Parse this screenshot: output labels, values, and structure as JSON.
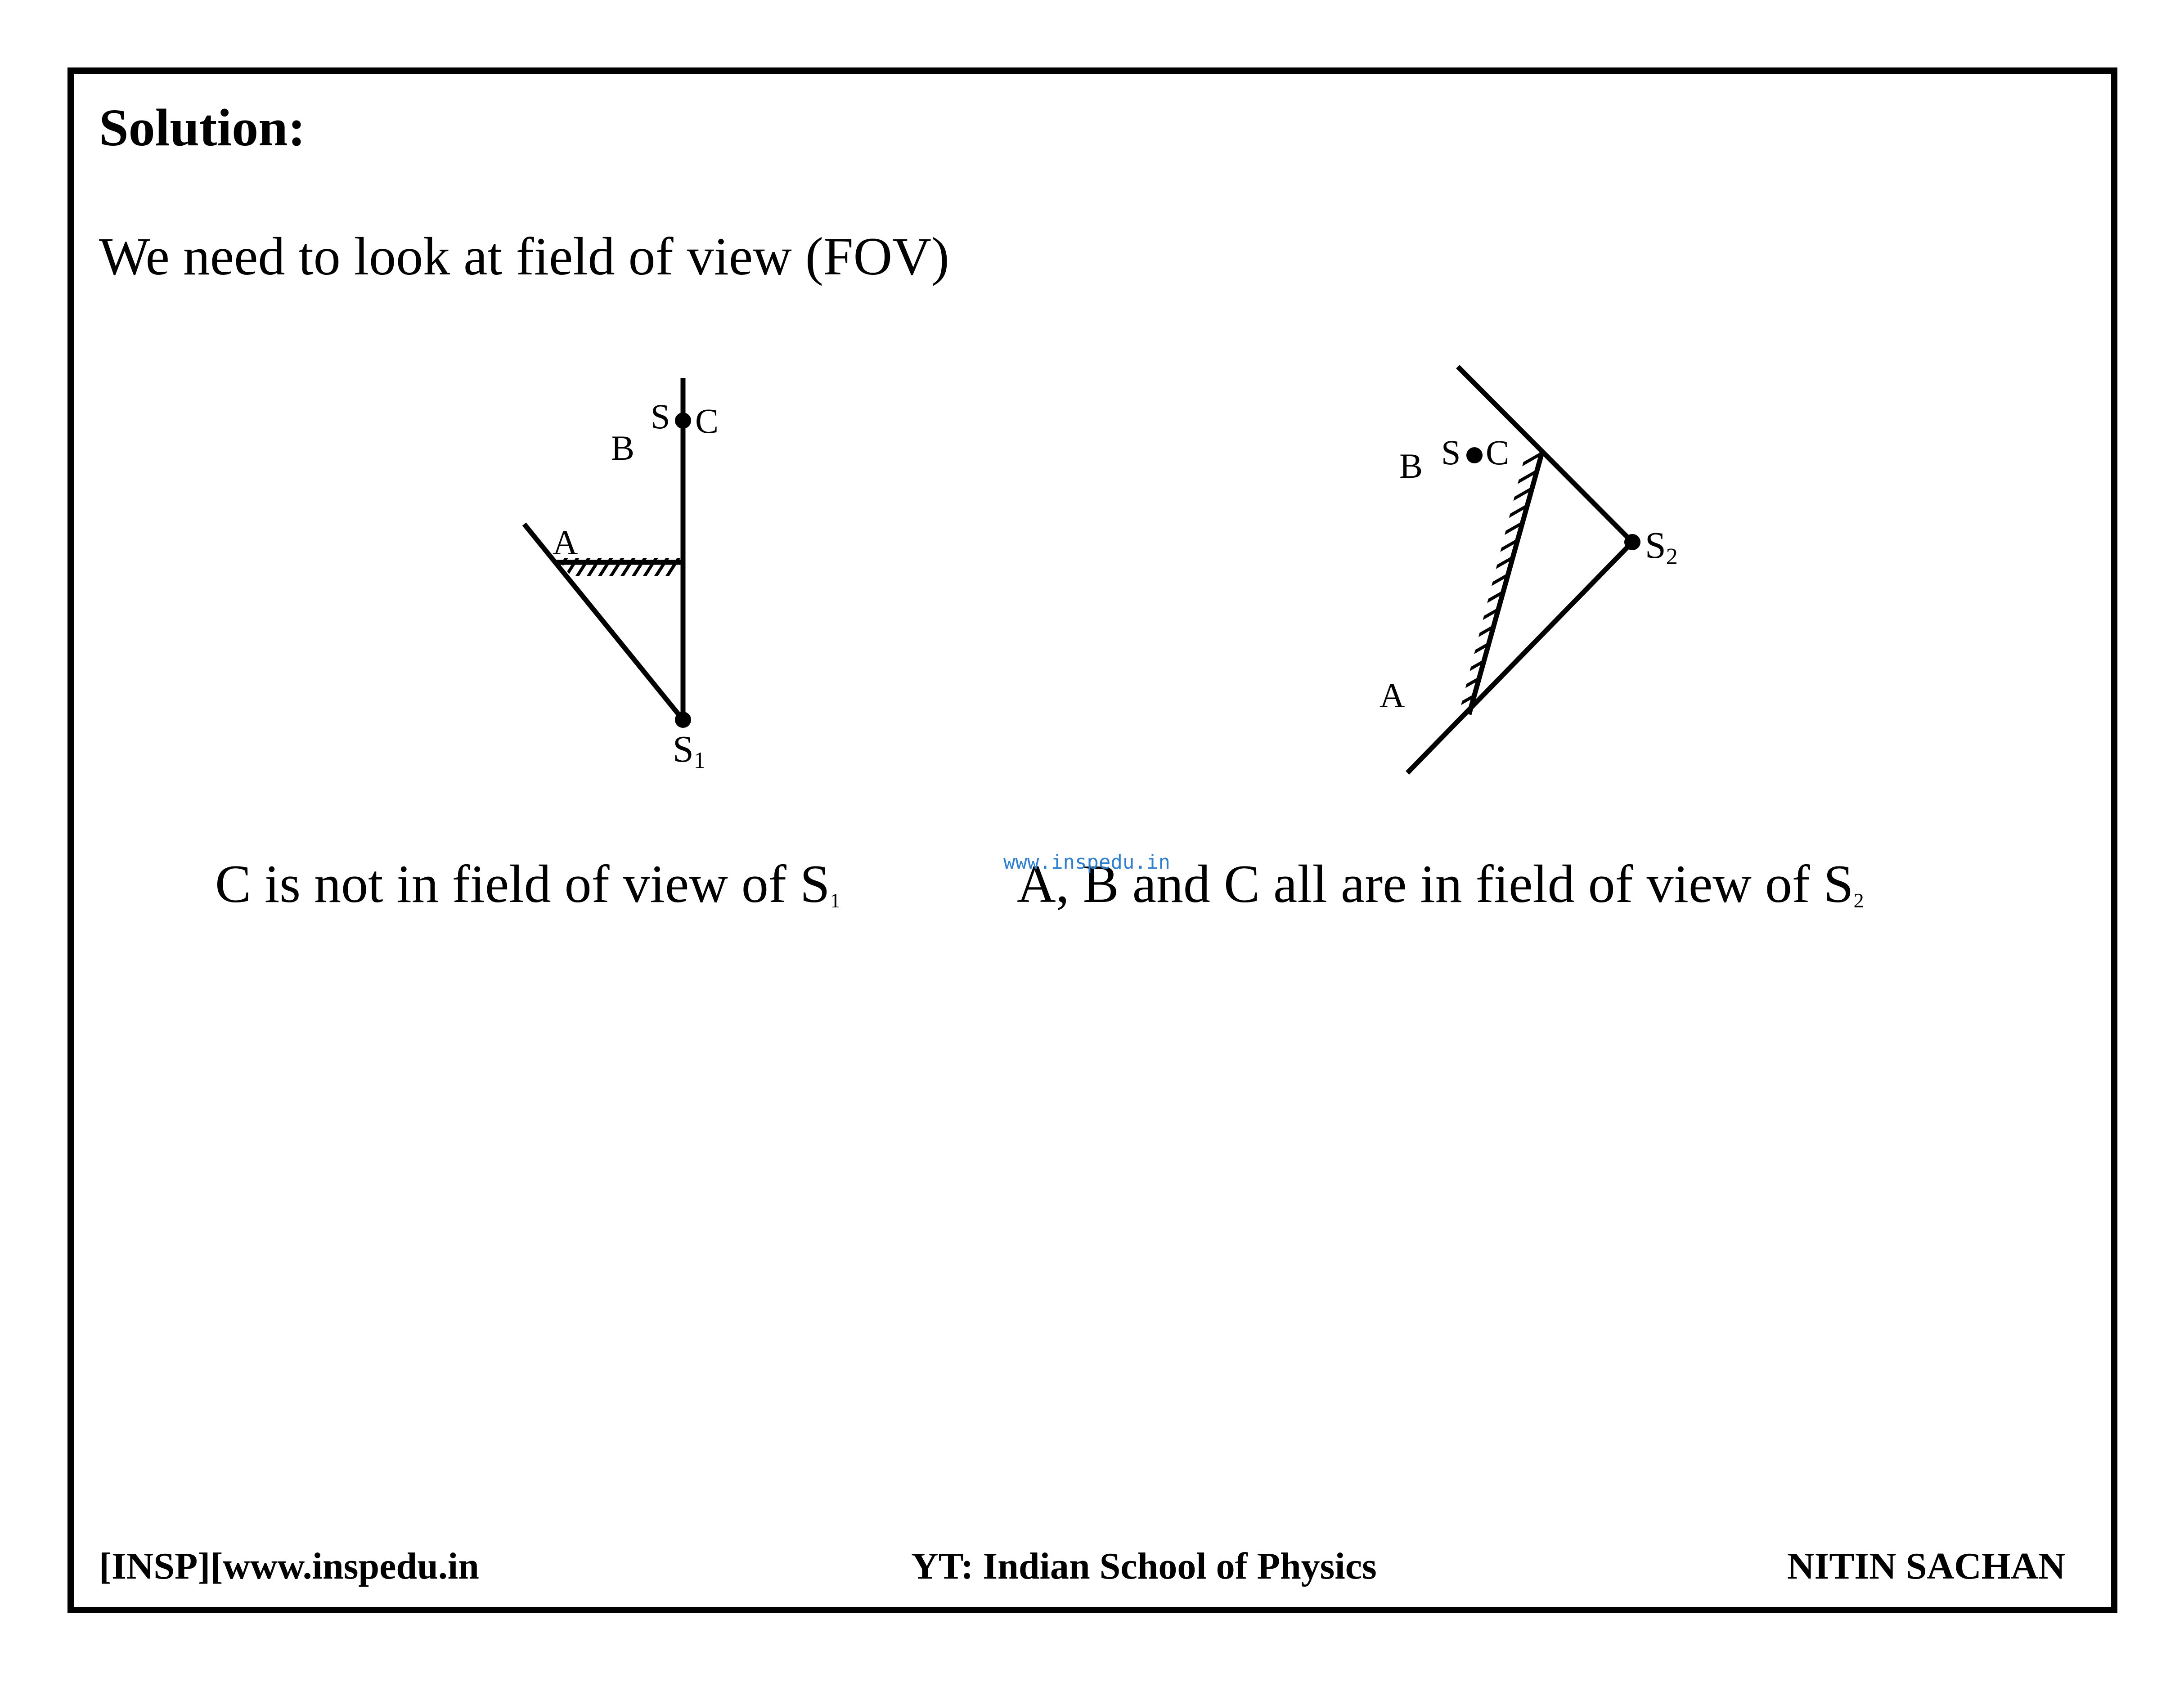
{
  "heading": "Solution:",
  "intro": "We need to look at field of view (FOV)",
  "diagram_1": {
    "label_s": "S",
    "label_c": "C",
    "label_b": "B",
    "label_a": "A",
    "label_s1_main": "S",
    "label_s1_sub": "1"
  },
  "diagram_2": {
    "label_s": "S",
    "label_c": "C",
    "label_b": "B",
    "label_a": "A",
    "label_s2_main": "S",
    "label_s2_sub": "2"
  },
  "caption_left": {
    "text": "C is not in field of view of S",
    "sub": "1"
  },
  "caption_right": {
    "text": "A, B and C all are in field of view of S",
    "sub": "2"
  },
  "watermark": "www.inspedu.in",
  "footer": {
    "left": "[INSP][www.inspedu.in",
    "center": "YT: Indian School of Physics",
    "right": "NITIN SACHAN"
  }
}
